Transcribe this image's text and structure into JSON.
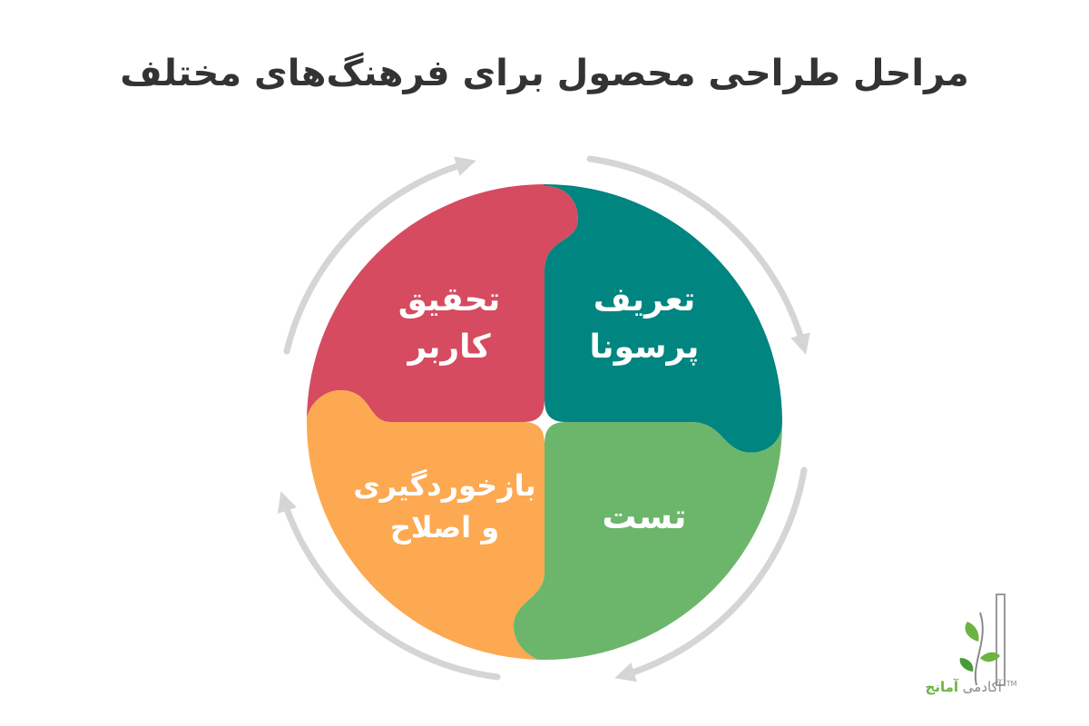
{
  "title": "مراحل طراحی محصول برای فرهنگ‌های مختلف",
  "segments": {
    "research": {
      "line1": "تحقیق",
      "line2": "کاربر",
      "color": "#d64b5f"
    },
    "persona": {
      "line1": "تعریف",
      "line2": "پرسونا",
      "color": "#008580"
    },
    "test": {
      "line1": "تست",
      "color": "#6cb66b"
    },
    "feedback": {
      "line1": "بازخوردگیری",
      "line2": "و اصلاح",
      "color": "#fca952"
    }
  },
  "cycle_arrow_color": "#d4d6d6",
  "logo": {
    "prefix": "آکادمی",
    "brand": "آمانج",
    "tm": "TM",
    "icon": "tree-sprout-logo-icon"
  }
}
